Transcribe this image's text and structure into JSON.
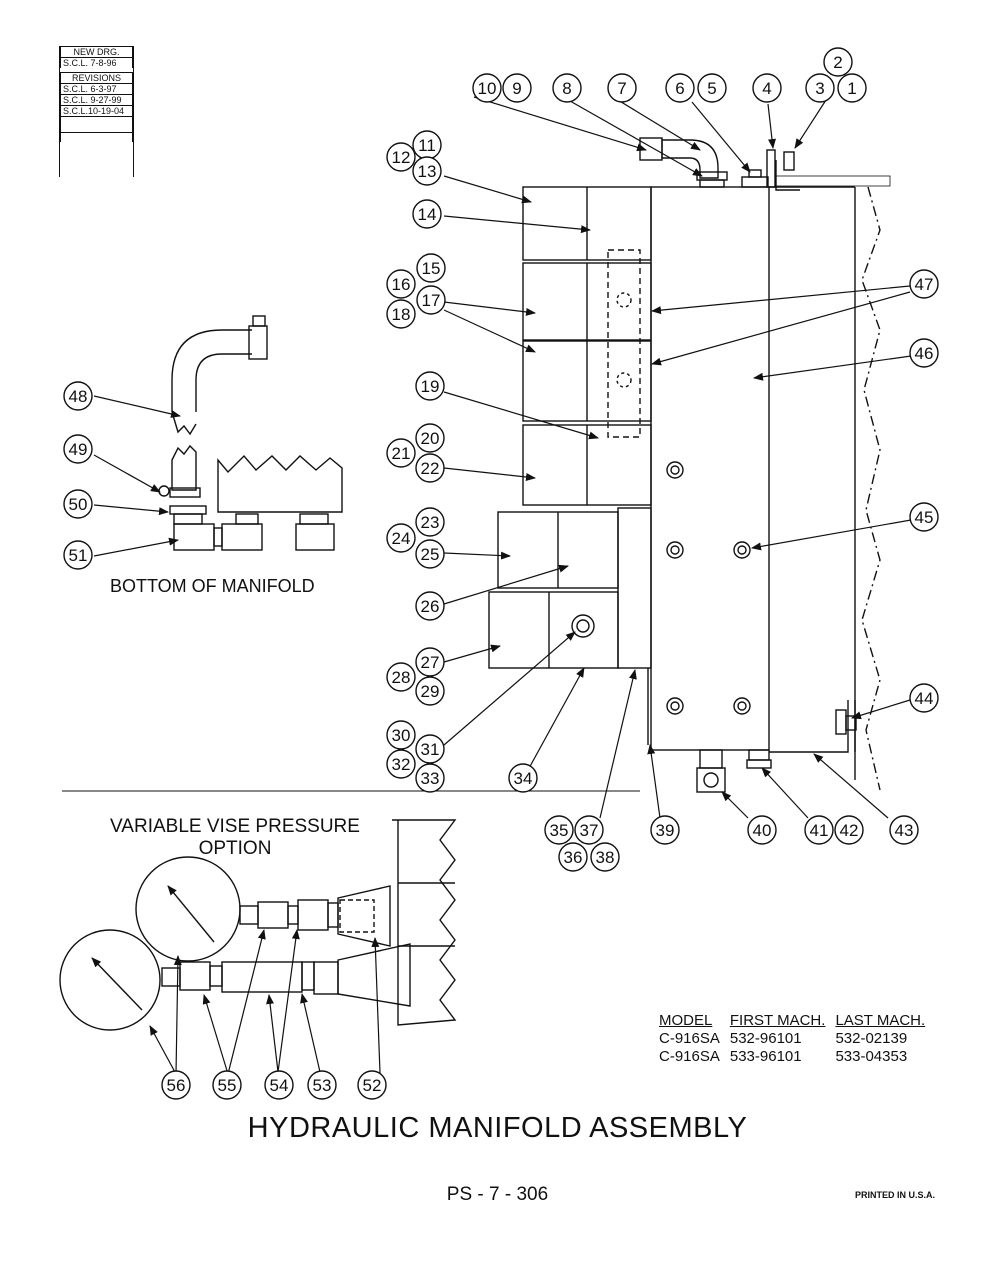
{
  "revision_block": {
    "new_drawing": "NEW DRG.",
    "new_drawing_date": "S.C.L.  7-8-96",
    "revisions_header": "REVISIONS",
    "revisions": [
      "S.C.L.  6-3-97",
      "S.C.L.  9-27-99",
      "S.C.L.10-19-04"
    ]
  },
  "callouts": [
    "1",
    "2",
    "3",
    "4",
    "5",
    "6",
    "7",
    "8",
    "9",
    "10",
    "11",
    "12",
    "13",
    "14",
    "15",
    "16",
    "17",
    "18",
    "19",
    "20",
    "21",
    "22",
    "23",
    "24",
    "25",
    "26",
    "27",
    "28",
    "29",
    "30",
    "31",
    "32",
    "33",
    "34",
    "35",
    "36",
    "37",
    "38",
    "39",
    "40",
    "41",
    "42",
    "43",
    "44",
    "45",
    "46",
    "47",
    "48",
    "49",
    "50",
    "51",
    "52",
    "53",
    "54",
    "55",
    "56"
  ],
  "labels": {
    "bottom_of_manifold": "BOTTOM OF MANIFOLD",
    "variable_vise_line1": "VARIABLE VISE PRESSURE",
    "variable_vise_line2": "OPTION"
  },
  "models_table": {
    "headers": [
      "MODEL",
      "FIRST MACH.",
      "LAST MACH."
    ],
    "rows": [
      [
        "C-916SA",
        "532-96101",
        "532-02139"
      ],
      [
        "C-916SA",
        "533-96101",
        "533-04353"
      ]
    ]
  },
  "title": "HYDRAULIC MANIFOLD ASSEMBLY",
  "page_number": "PS - 7 - 306",
  "printed": "PRINTED IN U.S.A."
}
